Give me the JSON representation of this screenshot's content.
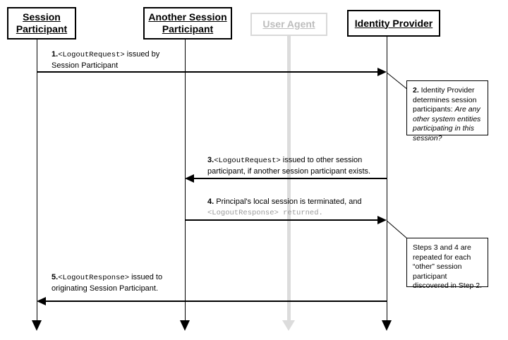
{
  "diagram": {
    "title": "Single Logout Sequence Diagram",
    "type": "uml-sequence-diagram",
    "colors": {
      "stroke": "#000000",
      "background": "#ffffff",
      "muted": "#dcdcdc",
      "muted_text": "#bdbdbd",
      "mono_dim": "#9a9a9a"
    }
  },
  "actors": [
    {
      "id": "session-participant",
      "line1": "Session",
      "line2": "Participant",
      "state": "active"
    },
    {
      "id": "another-session-participant",
      "line1": "Another Session",
      "line2": "Participant",
      "state": "active"
    },
    {
      "id": "user-agent",
      "line1": "User Agent",
      "line2": "",
      "state": "muted"
    },
    {
      "id": "identity-provider",
      "line1": "Identity Provider",
      "line2": "",
      "state": "active"
    }
  ],
  "messages": [
    {
      "id": "msg-1",
      "number": "1.",
      "code": "<LogoutRequest>",
      "text_after": " issued by",
      "line2": "Session Participant",
      "from": "session-participant",
      "to": "identity-provider",
      "direction": "right"
    },
    {
      "id": "msg-3",
      "number": "3.",
      "code": "<LogoutRequest>",
      "text_after": " issued to other session",
      "line2": "participant, if another session participant exists.",
      "from": "identity-provider",
      "to": "another-session-participant",
      "direction": "left"
    },
    {
      "id": "msg-4",
      "number": "4.",
      "code": "",
      "text_after": " Principal's local session is terminated, and",
      "line2_code": "<LogoutResponse>",
      "line2_code_tail": "  returned.",
      "from": "another-session-participant",
      "to": "identity-provider",
      "direction": "right"
    },
    {
      "id": "msg-5",
      "number": "5.",
      "code": "<LogoutResponse>",
      "text_after": " issued to",
      "line2": "originating Session Participant.",
      "from": "identity-provider",
      "to": "session-participant",
      "direction": "left"
    }
  ],
  "notes": [
    {
      "id": "note-2",
      "number": "2.",
      "text": " Identity Provider determines session participants: ",
      "emphasis": "Are any other system entities participating in this session?",
      "attached_to": "identity-provider"
    },
    {
      "id": "note-repeat",
      "number": "",
      "text": "Steps 3 and 4 are repeated for each “other” session participant discovered in Step 2.",
      "emphasis": "",
      "attached_to": "identity-provider"
    }
  ]
}
